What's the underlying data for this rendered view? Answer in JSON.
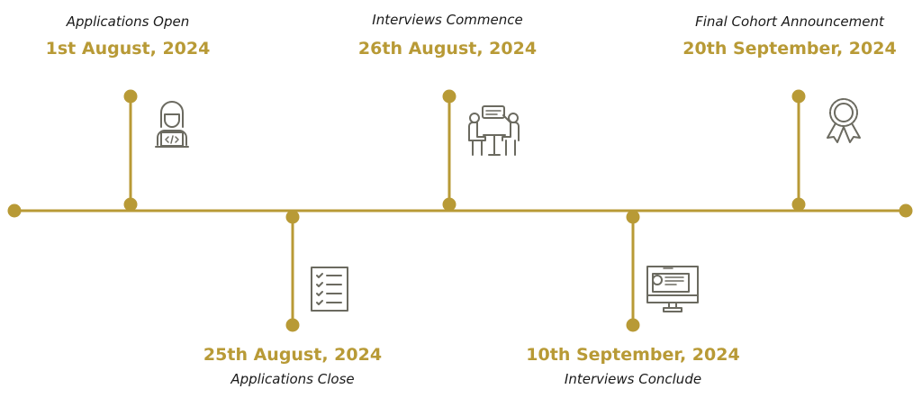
{
  "colors": {
    "accent": "#b89a36",
    "icon": "#6b6a60",
    "text": "#1a1a1a"
  },
  "milestones": [
    {
      "label": "Applications Open",
      "date": "1st August, 2024",
      "icon": "person-laptop-icon",
      "position": "top"
    },
    {
      "label": "Applications Close",
      "date": "25th August, 2024",
      "icon": "checklist-icon",
      "position": "bottom"
    },
    {
      "label": "Interviews Commence",
      "date": "26th August, 2024",
      "icon": "interview-icon",
      "position": "top"
    },
    {
      "label": "Interviews Conclude",
      "date": "10th September, 2024",
      "icon": "monitor-profile-icon",
      "position": "bottom"
    },
    {
      "label": "Final Cohort Announcement",
      "date": "20th September, 2024",
      "icon": "award-ribbon-icon",
      "position": "top"
    }
  ]
}
